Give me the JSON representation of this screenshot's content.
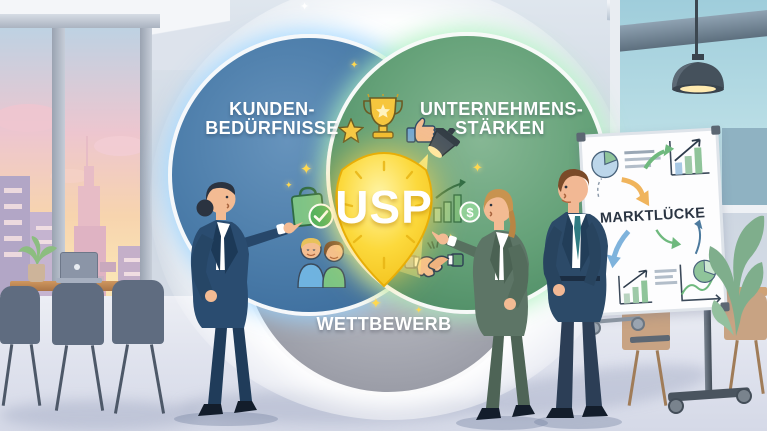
{
  "venn": {
    "customer_needs": {
      "line1": "KUNDEN-",
      "line2": "BEDÜRFNISSE",
      "color": "#4c7daa"
    },
    "company_strengths": {
      "line1": "UNTERNEHMENS-",
      "line2": "STÄRKEN",
      "color": "#63a077"
    },
    "competition": {
      "label": "WETTBEWERB",
      "color": "#a9abb4"
    },
    "usp": {
      "label": "USP",
      "color": "#f6c414"
    }
  },
  "whiteboard": {
    "title": "MARKTLÜCKE"
  },
  "icons": {
    "top_intersection": [
      "star-icon",
      "trophy-icon",
      "thumbs-up-icon"
    ],
    "left_intersection": [
      "shopping-bag-icon",
      "check-circle-icon"
    ],
    "bottom_left_intersection": [
      "customers-icon"
    ],
    "bottom_right_intersection": [
      "handshake-icon"
    ],
    "right_intersection": [
      "growth-bars-icon",
      "dollar-coin-icon"
    ],
    "center": [
      "spotlight-icon",
      "shield-icon"
    ],
    "whiteboard": [
      "pie-chart-icon",
      "bar-chart-icon",
      "curved-arrow-icons",
      "line-chart-icon"
    ]
  },
  "colors": {
    "sunset_sky_top": "#bcd3e4",
    "sunset_sky_bottom": "#fbe2ae",
    "right_window": "#a8d4de",
    "floor": "#e0e3ee",
    "usp_gold": "#f6c414",
    "glow_white": "#ffffff"
  }
}
